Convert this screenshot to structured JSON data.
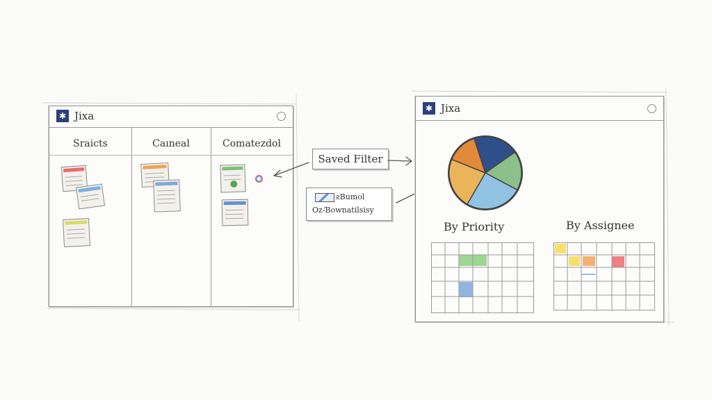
{
  "left_window": {
    "title": "Jixa",
    "columns": [
      "Sraicts",
      "Caıneal",
      "Comatezdol"
    ],
    "accent": "#2f3f7a"
  },
  "right_window": {
    "title": "Jixa",
    "chart_labels": {
      "priority": "By Priority",
      "assignee": "By Assignee"
    }
  },
  "saved_filter": {
    "label": "Saved Filter"
  },
  "filter_box": {
    "line1": "ƨBumol",
    "line2": "Oz-Ɓownatilsisy"
  },
  "pie_colors": [
    "#e08a3a",
    "#2f4f8a",
    "#8cc08a",
    "#93c3e2",
    "#eab55a"
  ],
  "cell_colors": {
    "green": "#8cd07e",
    "blue": "#7fa7dc",
    "yellow": "#f2dc54",
    "orange": "#f0a35a",
    "red": "#ec6a6a"
  }
}
